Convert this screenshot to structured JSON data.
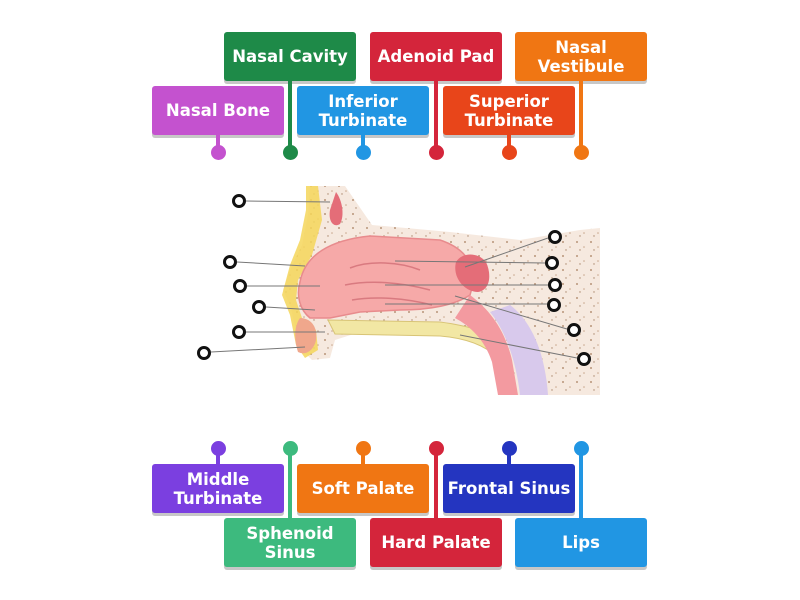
{
  "tiles": [
    {
      "label": "Nasal Cavity",
      "color": "#1e8a48"
    },
    {
      "label": "Adenoid Pad",
      "color": "#d4253b"
    },
    {
      "label": "Nasal\nVestibule",
      "color": "#f07613"
    },
    {
      "label": "Nasal Bone",
      "color": "#c452cf"
    },
    {
      "label": "Inferior\nTurbinate",
      "color": "#2196e3"
    },
    {
      "label": "Superior\nTurbinate",
      "color": "#e8451a"
    },
    {
      "label": "Middle\nTurbinate",
      "color": "#7b3fe0"
    },
    {
      "label": "Soft Palate",
      "color": "#f07613"
    },
    {
      "label": "Frontal Sinus",
      "color": "#2435c0"
    },
    {
      "label": "Sphenoid\nSinus",
      "color": "#3dba7e"
    },
    {
      "label": "Hard Palate",
      "color": "#d4253b"
    },
    {
      "label": "Lips",
      "color": "#2196e3"
    }
  ]
}
